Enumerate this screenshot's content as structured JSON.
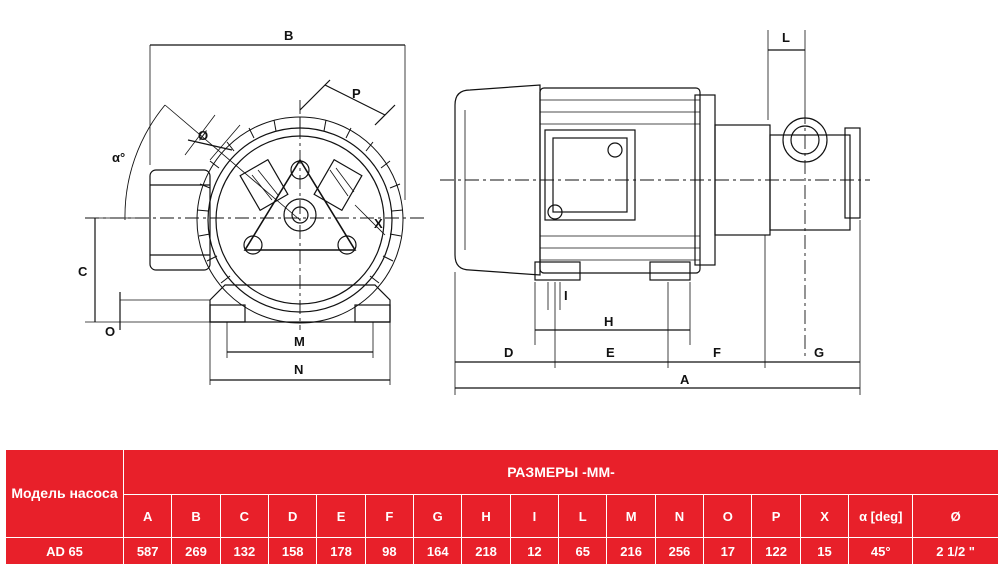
{
  "drawing": {
    "dimension_labels": {
      "B": "B",
      "P": "P",
      "diameter": "Ø",
      "alpha": "α°",
      "X": "X",
      "C": "C",
      "O": "O",
      "M": "M",
      "N": "N",
      "L": "L",
      "I": "I",
      "H": "H",
      "D": "D",
      "E": "E",
      "F": "F",
      "G": "G",
      "A": "A"
    }
  },
  "table": {
    "model_header": "Модель насоса",
    "group_header": "РАЗМЕРЫ -ММ-",
    "columns": [
      "A",
      "B",
      "C",
      "D",
      "E",
      "F",
      "G",
      "H",
      "I",
      "L",
      "M",
      "N",
      "O",
      "P",
      "X",
      "α [deg]",
      "Ø"
    ],
    "rows": [
      {
        "model": "AD 65",
        "values": [
          "587",
          "269",
          "132",
          "158",
          "178",
          "98",
          "164",
          "218",
          "12",
          "65",
          "216",
          "256",
          "17",
          "122",
          "15",
          "45°",
          "2 1/2 \""
        ]
      }
    ]
  }
}
